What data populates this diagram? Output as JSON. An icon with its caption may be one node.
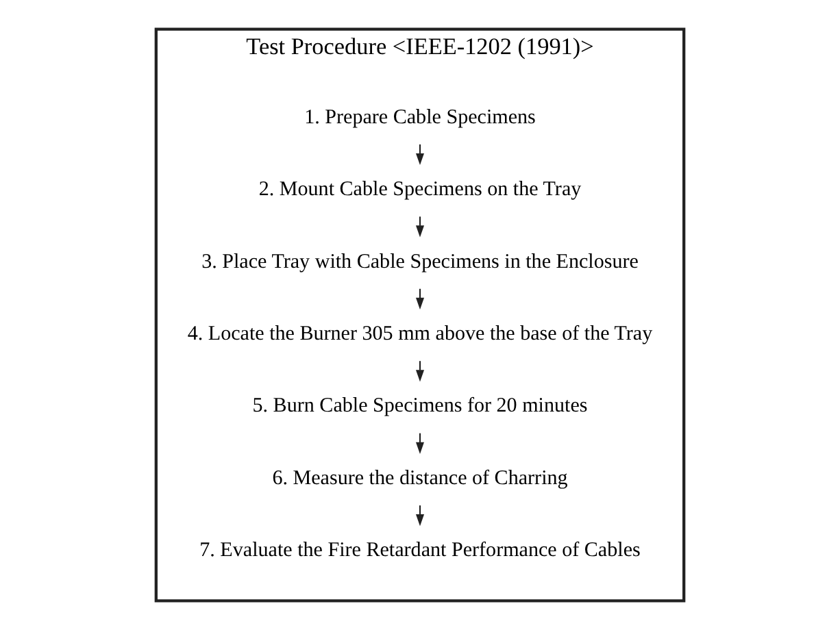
{
  "diagram": {
    "nodes": [
      {
        "text": [
          "Test Procedure <IEEE-1202 (1991)>"
        ]
      },
      {
        "text": [
          "1. Prepare Cable Specimens"
        ],
        "in": 0
      },
      {
        "text": [
          "2. Mount Cable Specimens on the Tray"
        ],
        "in": 0
      },
      {
        "text": [
          "3. Place Tray with Cable Specimens in the Enclosure"
        ],
        "in": 0
      },
      {
        "text": [
          "4. Locate the Burner 305 mm above the base of the Tray"
        ],
        "in": 0
      },
      {
        "text": [
          "5. Burn Cable Specimens for 20 minutes"
        ],
        "in": 0
      },
      {
        "text": [
          "6. Measure the distance of Charring"
        ],
        "in": 0
      },
      {
        "text": [
          "7. Evaluate the Fire Retardant Performance of Cables"
        ],
        "in": 0
      }
    ],
    "edges": [
      {
        "from": 1,
        "to": 2,
        "arrow": "to"
      },
      {
        "from": 2,
        "to": 3,
        "arrow": "to"
      },
      {
        "from": 3,
        "to": 4,
        "arrow": "to"
      },
      {
        "from": 4,
        "to": 5,
        "arrow": "to"
      },
      {
        "from": 5,
        "to": 6,
        "arrow": "to"
      },
      {
        "from": 6,
        "to": 7,
        "arrow": "to"
      }
    ]
  }
}
